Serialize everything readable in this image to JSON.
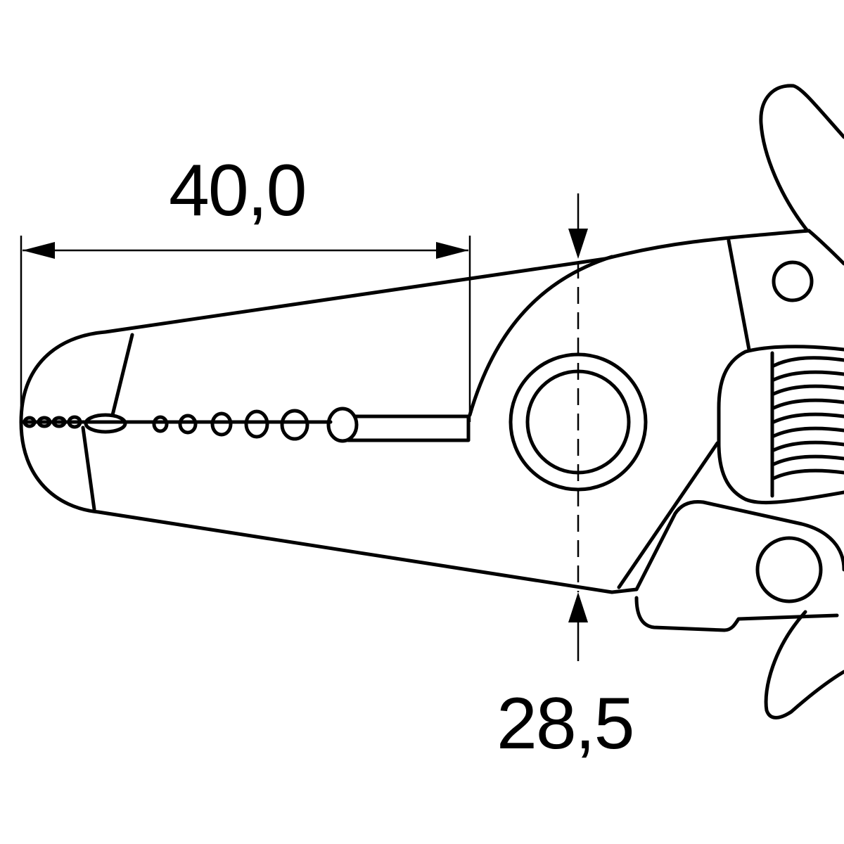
{
  "diagram": {
    "subject": "wire stripper jaw dimension drawing",
    "line_color": "#000000",
    "background": "#ffffff",
    "dimensions": {
      "jaw_length": {
        "label": "40,0"
      },
      "jaw_width": {
        "label": "28,5"
      }
    },
    "stripping_holes_count": 11
  }
}
